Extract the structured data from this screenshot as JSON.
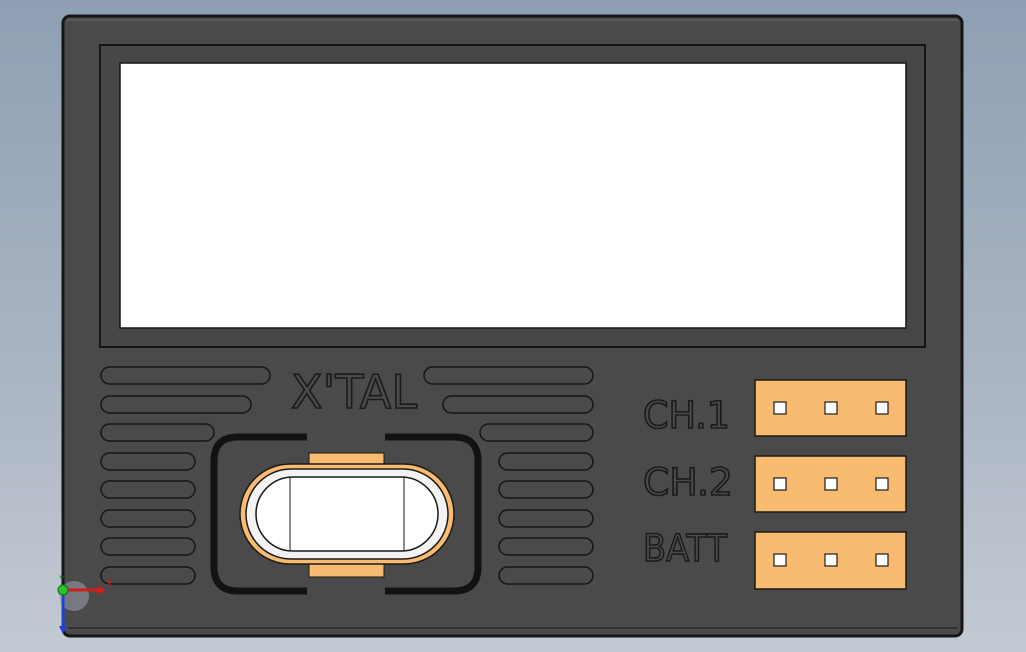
{
  "colors": {
    "background_top": "#8f9fb3",
    "background_bottom": "#c3cad3",
    "housing": "#4a4a4a",
    "housing_edge": "#161616",
    "display": "#ffffff",
    "connector": "#f9bb70",
    "pin": "#ffffff",
    "crystal_shell": "#f2f2f2",
    "crystal_pad": "#f9bb70"
  },
  "labels": {
    "crystal": "X'TAL",
    "ch1": "CH.1",
    "ch2": "CH.2",
    "batt": "BATT"
  },
  "triad": {
    "x_axis": "X",
    "y_axis": "Y"
  },
  "icons": {
    "view_triad": "axis-triad-icon"
  },
  "connectors": [
    {
      "name": "ch1-connector",
      "pins": 3
    },
    {
      "name": "ch2-connector",
      "pins": 3
    },
    {
      "name": "batt-connector",
      "pins": 3
    }
  ]
}
